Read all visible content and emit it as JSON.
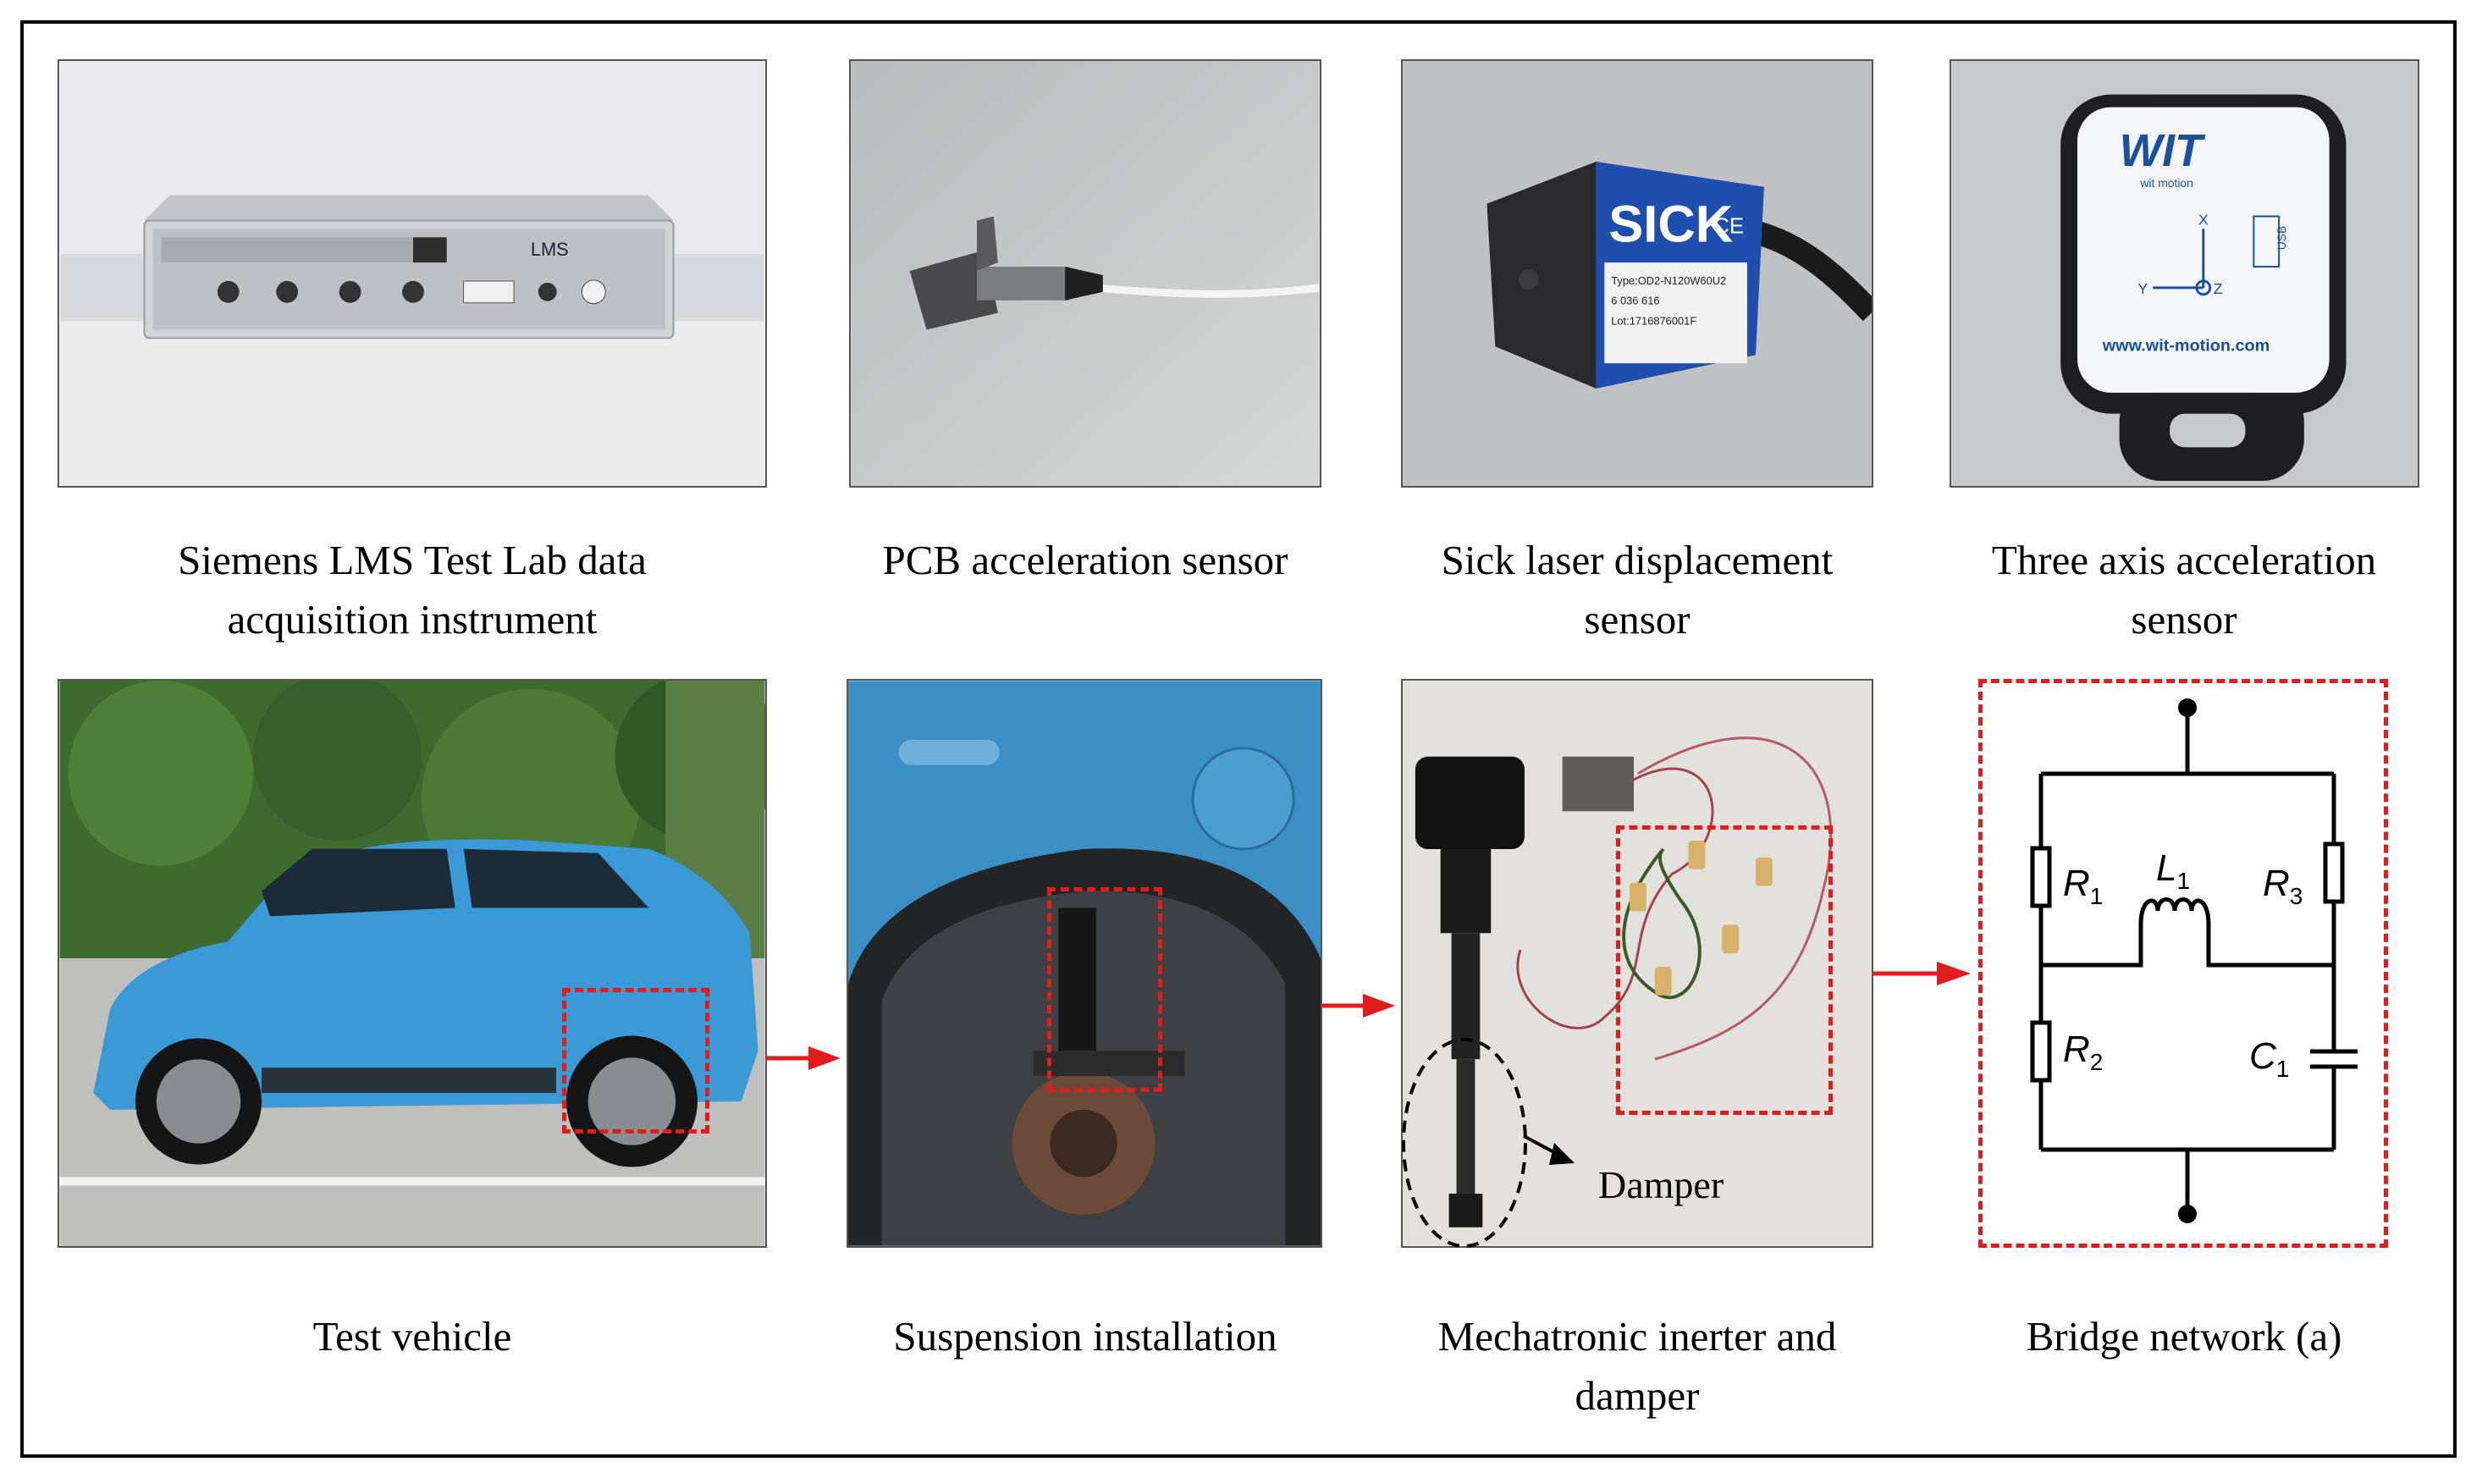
{
  "captions": {
    "lms": [
      "Siemens LMS Test Lab data",
      "acquisition instrument"
    ],
    "pcb": [
      "PCB acceleration sensor"
    ],
    "sick": [
      "Sick laser displacement",
      "sensor"
    ],
    "triaxial": [
      "Three axis acceleration",
      "sensor"
    ],
    "vehicle": [
      "Test vehicle"
    ],
    "suspension": [
      "Suspension installation"
    ],
    "inerter": [
      "Mechatronic inerter and",
      "damper"
    ],
    "bridge": [
      "Bridge network (a)"
    ]
  },
  "labels": {
    "damper": "Damper",
    "lms_brand": "LMS",
    "sick_brand": "SICK",
    "sick_ce": "CE",
    "sick_type": "Type:OD2-N120W60U2",
    "sick_code": "6 036 616",
    "sick_lot": "Lot:1716876001F",
    "wit_brand": "WIT",
    "wit_sub": "wit motion",
    "wit_url": "www.wit-motion.com",
    "wit_usb": "USB",
    "axis_x": "X",
    "axis_y": "Y",
    "axis_z": "Z"
  },
  "circuit": {
    "R1": {
      "main": "R",
      "sub": "1"
    },
    "R2": {
      "main": "R",
      "sub": "2"
    },
    "R3": {
      "main": "R",
      "sub": "3"
    },
    "L1": {
      "main": "L",
      "sub": "1"
    },
    "C1": {
      "main": "C",
      "sub": "1"
    }
  },
  "colors": {
    "highlight": "#e21b1b",
    "car_body": "#3a9ad6",
    "sick_blue": "#1a3c8c",
    "wit_blue": "#1c4fa0"
  }
}
